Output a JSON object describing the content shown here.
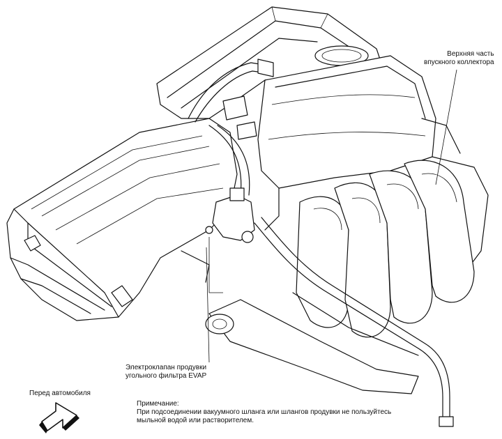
{
  "labels": {
    "manifold_line1": "Верхняя часть",
    "manifold_line2": "впускного коллектора",
    "evap_line1": "Электроклапан продувки",
    "evap_line2": "угольного фильтра EVAP",
    "front": "Перед автомобиля"
  },
  "note": {
    "title": "Примечание:",
    "line1": "При подсоединении вакуумного шланга или шлангов продувки не пользуйтесь",
    "line2": "мыльной водой или растворителем."
  },
  "icons": {
    "front_arrow": "front-direction-arrow-icon"
  }
}
